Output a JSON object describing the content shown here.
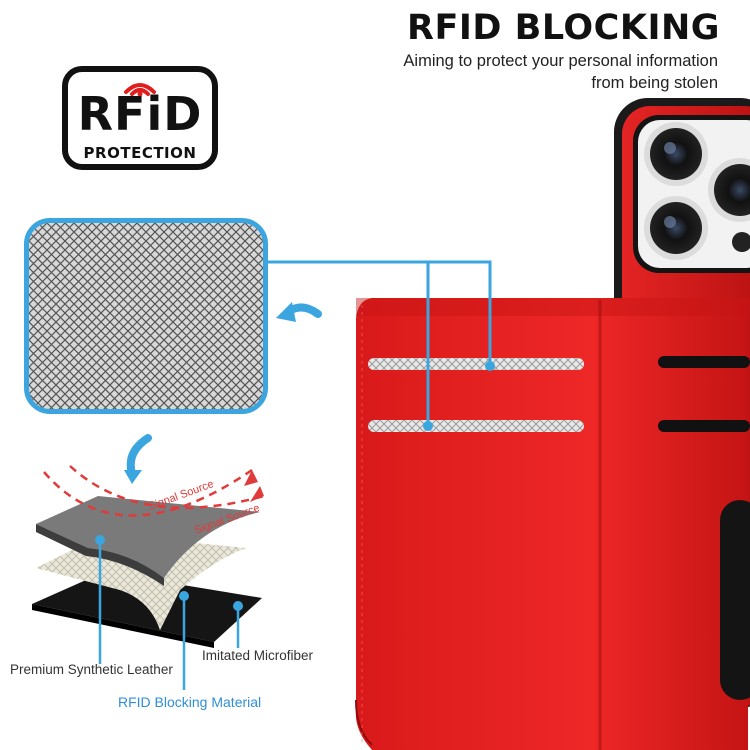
{
  "header": {
    "title": "RFID BLOCKING",
    "subtitle_line1": "Aiming to protect your personal information",
    "subtitle_line2": "from being stolen"
  },
  "badge": {
    "word": "RFiD",
    "subtitle": "PROTECTION",
    "wave_icon": "signal-wave-icon"
  },
  "diagram": {
    "signal_label_1": "Signal Source",
    "signal_label_2": "Signal Source",
    "layer_labels": {
      "leather": "Premium Synthetic Leather",
      "microfiber": "Imitated Microfiber",
      "rfid": "RFID Blocking Material"
    },
    "icons": [
      "curved-arrow-left-icon",
      "curved-arrow-down-icon"
    ]
  },
  "colors": {
    "accent_blue": "#3aa5df",
    "signal_red": "#e03a3a",
    "wallet_red": "#e01e1e",
    "text_dark": "#111111"
  }
}
